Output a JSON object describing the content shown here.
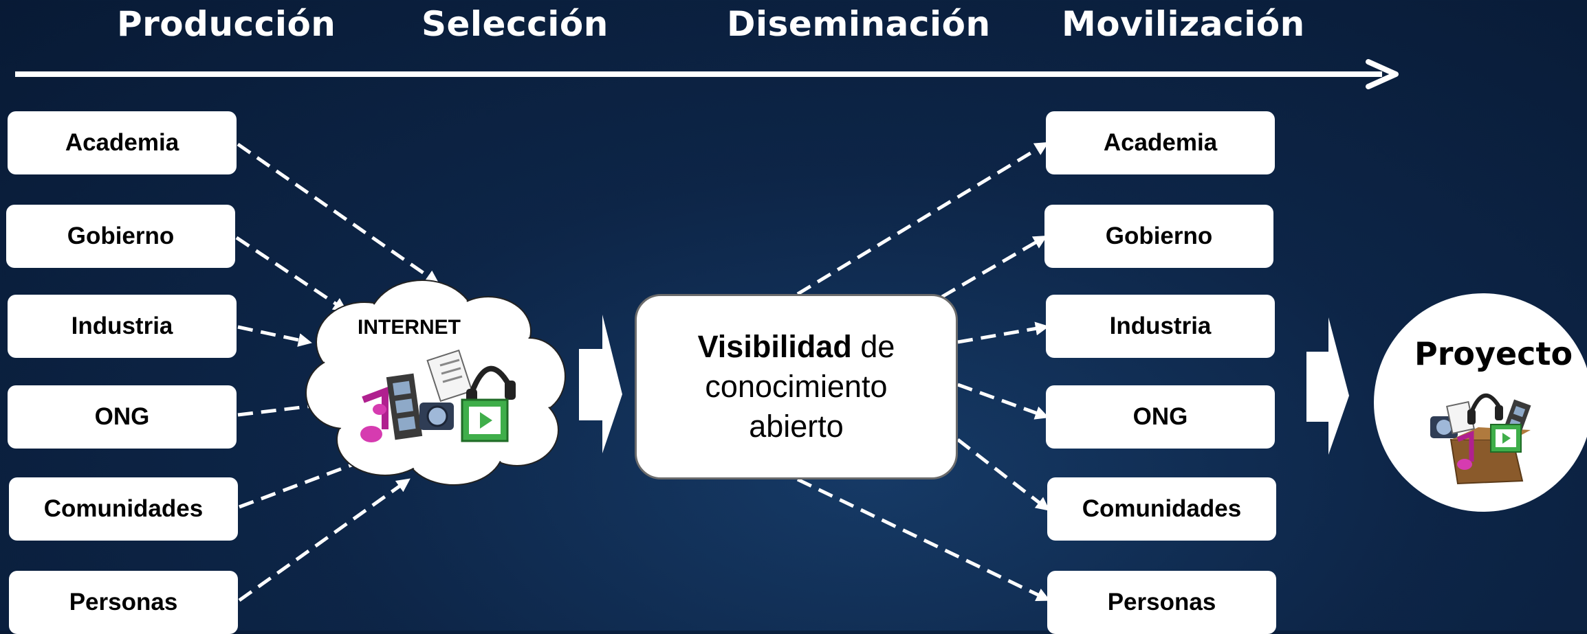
{
  "phases": [
    "Producción",
    "Selección",
    "Diseminación",
    "Movilización"
  ],
  "left_boxes": [
    "Academia",
    "Gobierno",
    "Industria",
    "ONG",
    "Comunidades",
    "Personas"
  ],
  "right_boxes": [
    "Academia",
    "Gobierno",
    "Industria",
    "ONG",
    "Comunidades",
    "Personas"
  ],
  "internet_label": "INTERNET",
  "center": {
    "bold": "Visibilidad",
    "rest_line1": " de",
    "line2": "conocimiento",
    "line3": "abierto"
  },
  "project_label": "Proyecto",
  "colors": {
    "background": "#0d2547",
    "box": "#ffffff",
    "arrow": "#ffffff"
  },
  "icons": [
    "cloud-icon",
    "music-note-icon",
    "film-strip-icon",
    "document-icon",
    "headphones-icon",
    "camera-icon",
    "video-player-icon",
    "box-icon"
  ]
}
